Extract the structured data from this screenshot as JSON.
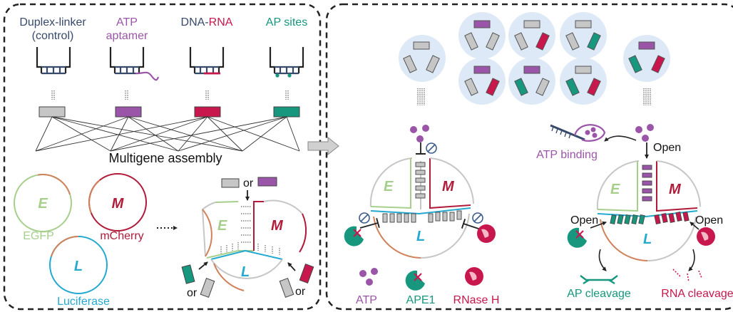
{
  "linker_labels": {
    "duplex_line1": "Duplex-linker",
    "duplex_line2": "(control)",
    "atp_line1": "ATP",
    "atp_line2": "aptamer",
    "dnarna_dna": "DNA-",
    "dnarna_rna": "RNA",
    "ap": "AP sites"
  },
  "assembly_label": "Multigene assembly",
  "genes": {
    "egfp_letter": "E",
    "egfp_name": "EGFP",
    "mcherry_letter": "M",
    "mcherry_name": "mCherry",
    "luc_letter": "L",
    "luc_name": "Luciferase"
  },
  "or_label": "or",
  "open_label": "Open",
  "atp_binding_label": "ATP binding",
  "legend": {
    "atp": "ATP",
    "ape1": "APE1",
    "rnaseh": "RNase H"
  },
  "cleavage": {
    "ap": "AP cleavage",
    "rna": "RNA cleavage"
  },
  "colors": {
    "gray": "#c6c6c6",
    "purple": "#9a55a8",
    "crimson": "#c8174d",
    "teal": "#16977e",
    "navy": "#374a6b",
    "egfp": "#a6cf8c",
    "mcherry": "#b01b3a",
    "luc": "#24a9cf",
    "orange": "#d0825a",
    "bubble": "#dde9f6"
  }
}
